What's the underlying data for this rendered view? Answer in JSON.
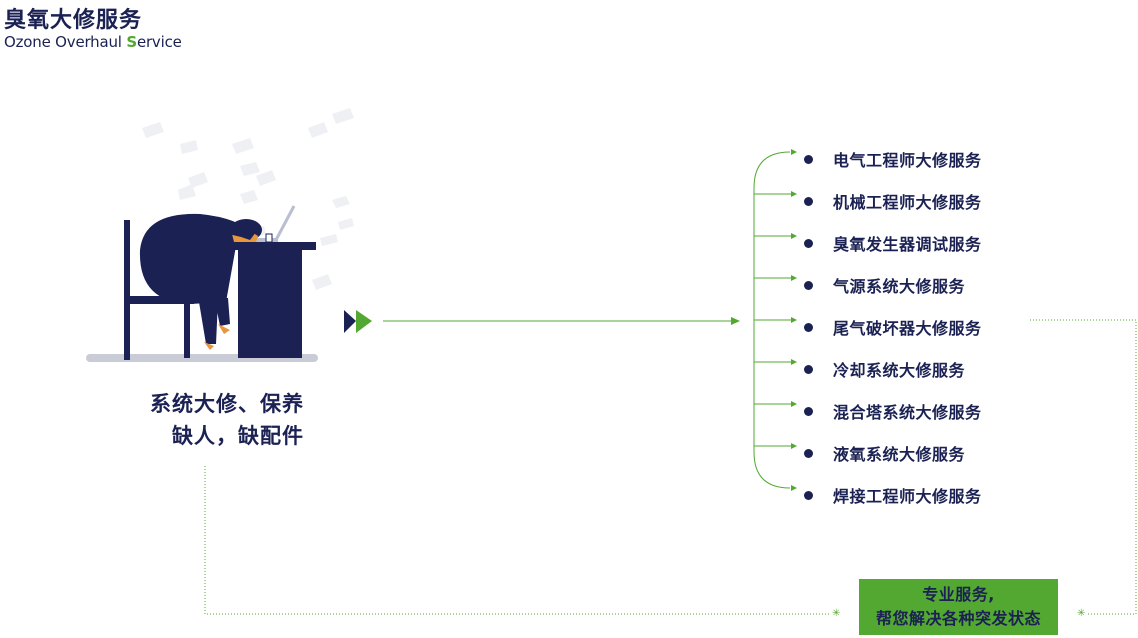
{
  "header": {
    "title_cn": "臭氧大修服务",
    "title_en_prefix": "Ozone Overhaul ",
    "title_en_accent": "S",
    "title_en_suffix": "ervice"
  },
  "problem": {
    "line1": "系统大修、保养",
    "line2": "缺人，缺配件"
  },
  "services": [
    "电气工程师大修服务",
    "机械工程师大修服务",
    "臭氧发生器调试服务",
    "气源系统大修服务",
    "尾气破坏器大修服务",
    "冷却系统大修服务",
    "混合塔系统大修服务",
    "液氧系统大修服务",
    "焊接工程师大修服务"
  ],
  "solution": {
    "line1": "专业服务,",
    "line2": "帮您解决各种突发状态"
  },
  "colors": {
    "navy": "#1b2253",
    "green": "#52a830",
    "skin": "#e8963c",
    "desk_shadow": "#c9ccd6"
  },
  "icons": {
    "illustration": "tired-worker-at-desk",
    "arrow": "double-chevron-right-icon"
  }
}
